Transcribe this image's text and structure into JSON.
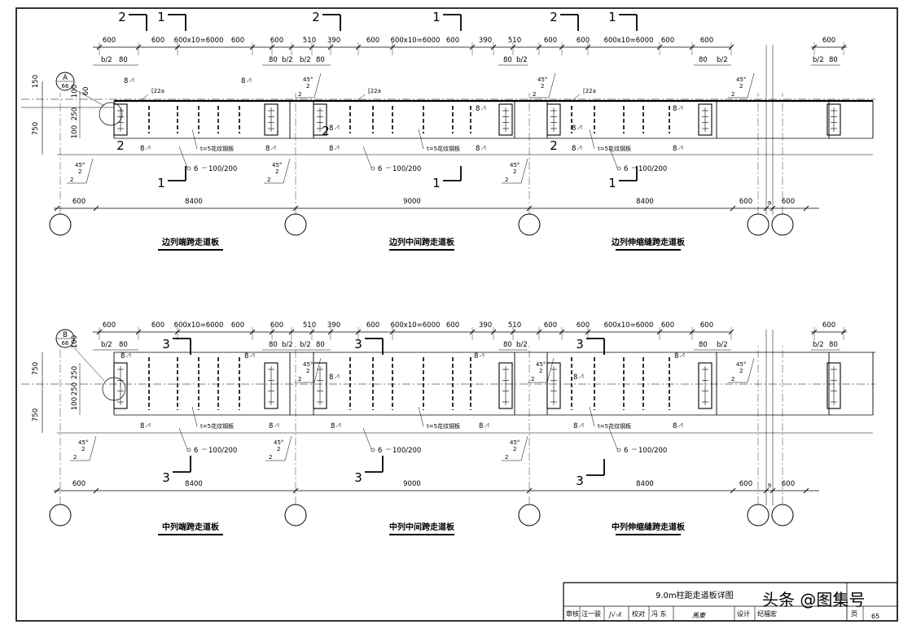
{
  "top": {
    "dims": [
      "600",
      "600",
      "600x10=6000",
      "600",
      "600",
      "510",
      "390",
      "600",
      "600x10=6000",
      "600",
      "390",
      "510",
      "600",
      "600",
      "600x10=6000",
      "600",
      "600",
      "600"
    ],
    "span_dims": [
      "600",
      "8400",
      "9000",
      "8400",
      "600",
      "600"
    ],
    "joint_gap": "9",
    "left_dims": [
      "150",
      "750",
      "100",
      "250",
      "100",
      "60"
    ],
    "axis_label": "A",
    "axis_ref": "66",
    "channel": "[22a",
    "plate": "t=5花纹钢板",
    "rebar": "6",
    "rebar_spacing": "100/200",
    "weld_b2": "b/2",
    "weld_80": "80",
    "weld_8": "8",
    "weld_2": "2",
    "angle": "45°",
    "sec1": "1",
    "sec2": "2",
    "captions": [
      "边列端跨走道板",
      "边列中间跨走道板",
      "边列伸缩缝跨走道板"
    ]
  },
  "bottom": {
    "dims": [
      "600",
      "600",
      "600x10=6000",
      "600",
      "600",
      "510",
      "390",
      "600",
      "600x10=6000",
      "600",
      "390",
      "510",
      "600",
      "600",
      "600x10=6000",
      "600",
      "600",
      "600"
    ],
    "span_dims": [
      "600",
      "8400",
      "9000",
      "8400",
      "600",
      "600"
    ],
    "joint_gap": "9",
    "left_dims": [
      "750",
      "100",
      "250",
      "250",
      "100",
      "750"
    ],
    "axis_label": "B",
    "axis_ref": "66",
    "plate": "t=5花纹钢板",
    "rebar": "6",
    "rebar_spacing": "100/200",
    "sec3": "3",
    "captions": [
      "中列端跨走道板",
      "中列中间跨走道板",
      "中列伸缩缝跨走道板"
    ]
  },
  "title_block": {
    "title": "9.0m柱距走道板详图",
    "labels": [
      "审核",
      "汪一骏",
      "校对",
      "冯 东",
      "设计",
      "纪福宏",
      "页"
    ],
    "page_number": "65"
  },
  "watermark": {
    "text": "头条 @图集号"
  }
}
